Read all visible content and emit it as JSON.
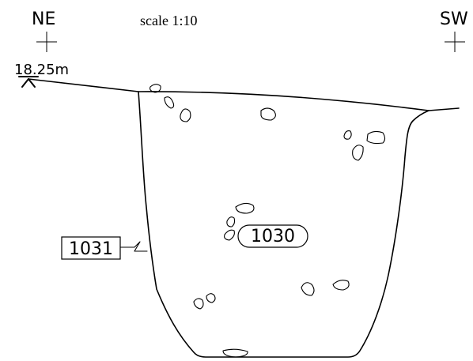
{
  "scale_label": "scale 1:10",
  "orientation": {
    "left": "NE",
    "right": "SW"
  },
  "datum_level": "18.25m",
  "context_labels": {
    "fill": "1030",
    "cut": "1031"
  },
  "colors": {
    "ink": "#000000",
    "background": "#ffffff"
  }
}
